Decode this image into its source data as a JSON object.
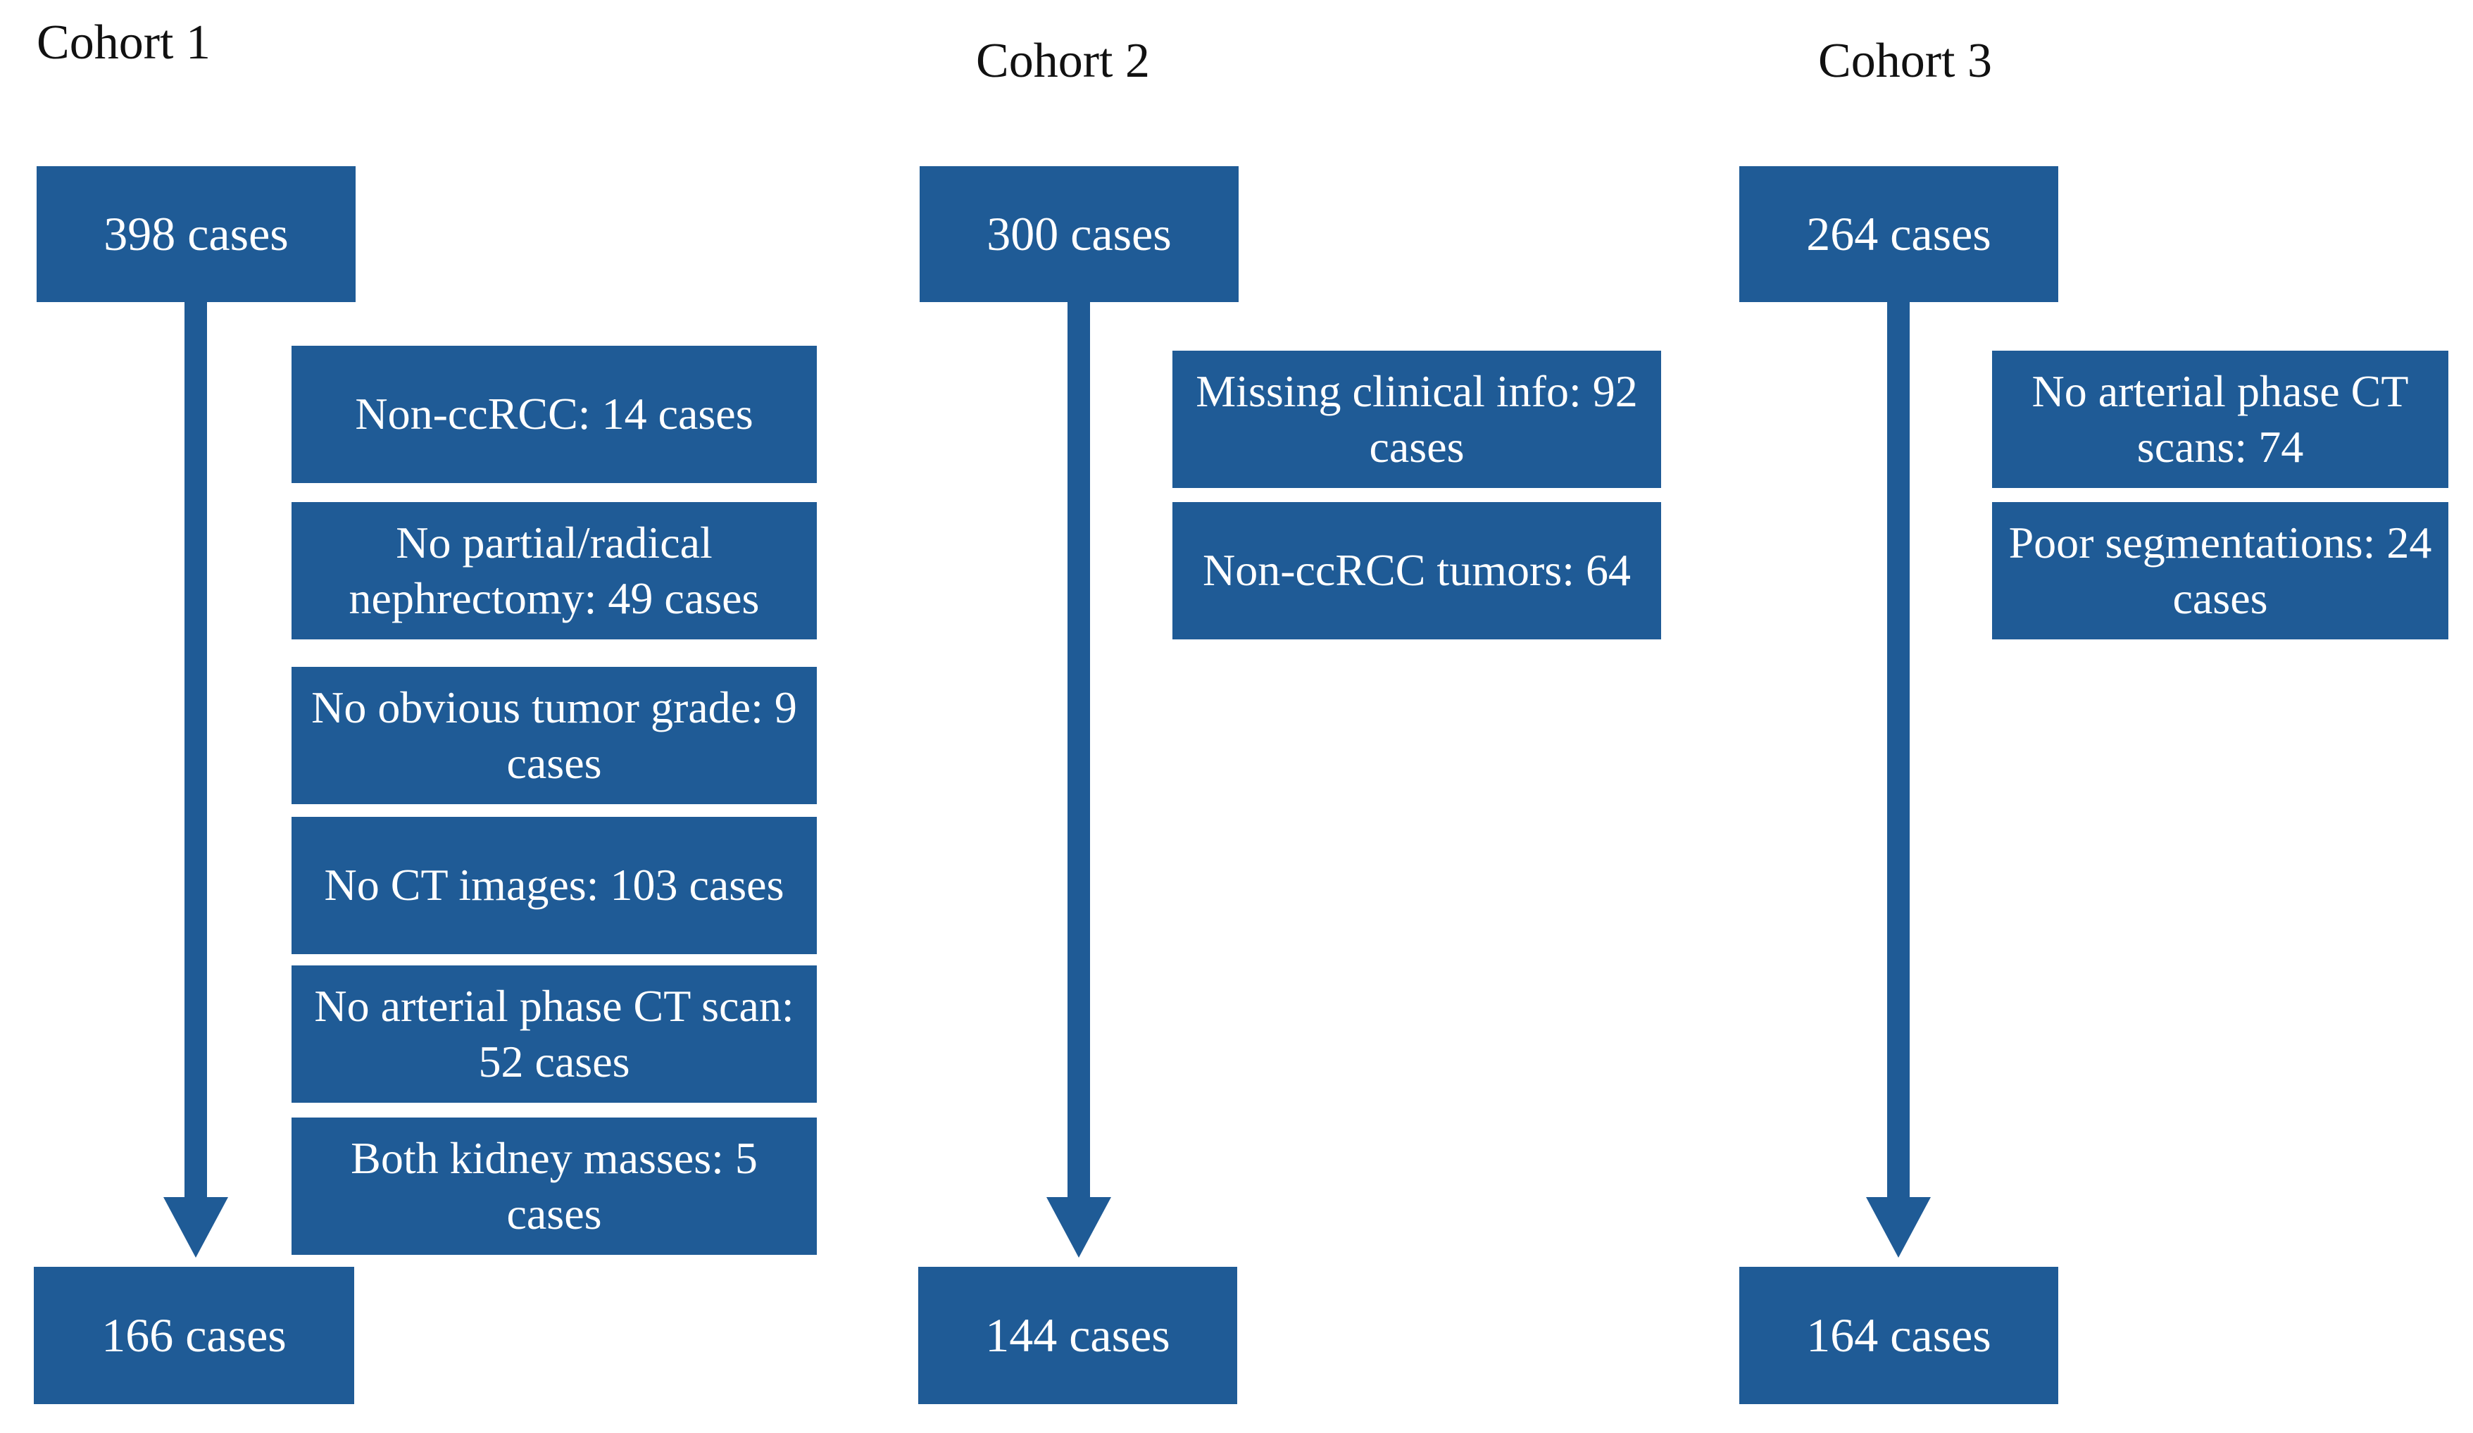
{
  "cohorts": [
    {
      "title": "Cohort 1",
      "start": "398 cases",
      "end": "166 cases",
      "exclusions": [
        "Non-ccRCC: 14 cases",
        "No partial/radical nephrectomy: 49 cases",
        "No obvious tumor grade: 9 cases",
        "No CT images: 103 cases",
        "No arterial phase CT scan: 52 cases",
        "Both kidney masses: 5 cases"
      ]
    },
    {
      "title": "Cohort 2",
      "start": "300 cases",
      "end": "144 cases",
      "exclusions": [
        "Missing clinical info: 92 cases",
        "Non-ccRCC tumors: 64"
      ]
    },
    {
      "title": "Cohort 3",
      "start": "264 cases",
      "end": "164 cases",
      "exclusions": [
        "No arterial phase CT scans: 74",
        "Poor segmentations: 24 cases"
      ]
    }
  ],
  "colors": {
    "box_fill": "#1f5b96",
    "box_text": "#ffffff",
    "title_text": "#111111",
    "background": "#ffffff"
  }
}
